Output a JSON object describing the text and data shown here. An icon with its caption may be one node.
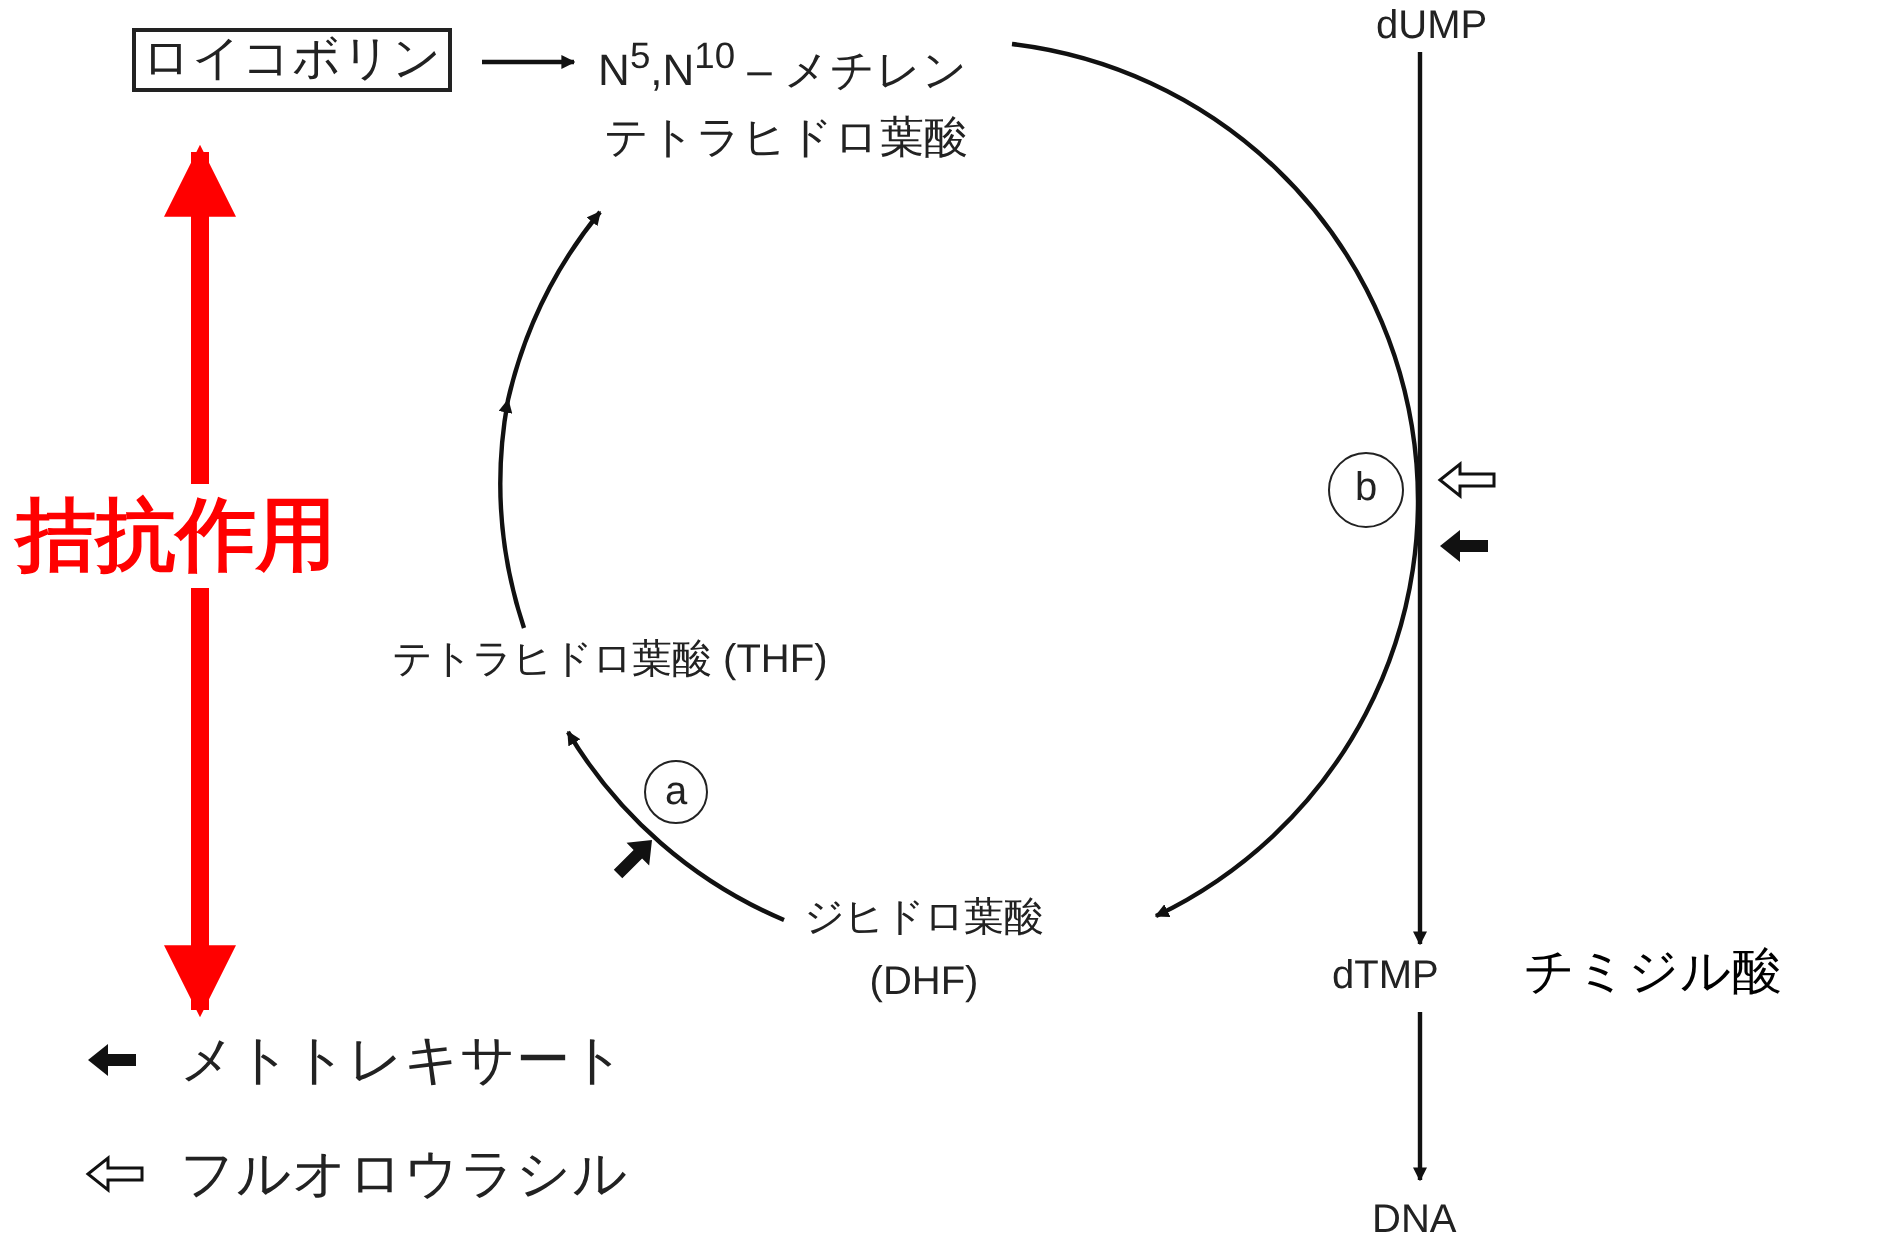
{
  "diagram": {
    "nodes": [
      {
        "text": [
          "ロイコボリン"
        ]
      },
      {
        "text": [
          "N$^{5}$,N$^{10}$ – メチレンテトラヒドロ葉酸"
        ]
      },
      {
        "text": [
          "テトラヒドロ葉酸 (THF)"
        ]
      },
      {
        "text": [
          "ジヒドロ葉酸 (DHF)"
        ]
      },
      {
        "text": [
          "dUMP"
        ]
      },
      {
        "text": [
          "dTMP"
        ],
        "beside": [
          "チミジル酸"
        ]
      },
      {
        "text": [
          "DNA"
        ]
      },
      {
        "text": [
          "a"
        ]
      },
      {
        "text": [
          "b"
        ]
      }
    ],
    "edges": [
      {
        "from": 0,
        "to": 1,
        "arrow": "to"
      },
      {
        "from": 1,
        "to": 3,
        "arrow": "to"
      },
      {
        "from": 3,
        "to": 2,
        "arrow": "to"
      },
      {
        "from": 2,
        "to": 1,
        "arrow": "to"
      },
      {
        "from": 4,
        "to": 5,
        "arrow": "to"
      },
      {
        "from": 5,
        "to": 6,
        "arrow": "to"
      },
      {
        "from": 0,
        "to": null,
        "arrow": "both",
        "label": "拮抗作用",
        "style": "thick",
        "color": "#ff0000"
      }
    ],
    "legend": [
      {
        "text": "メトトレキサート"
      },
      {
        "text": "フルオロウラシル"
      }
    ]
  }
}
